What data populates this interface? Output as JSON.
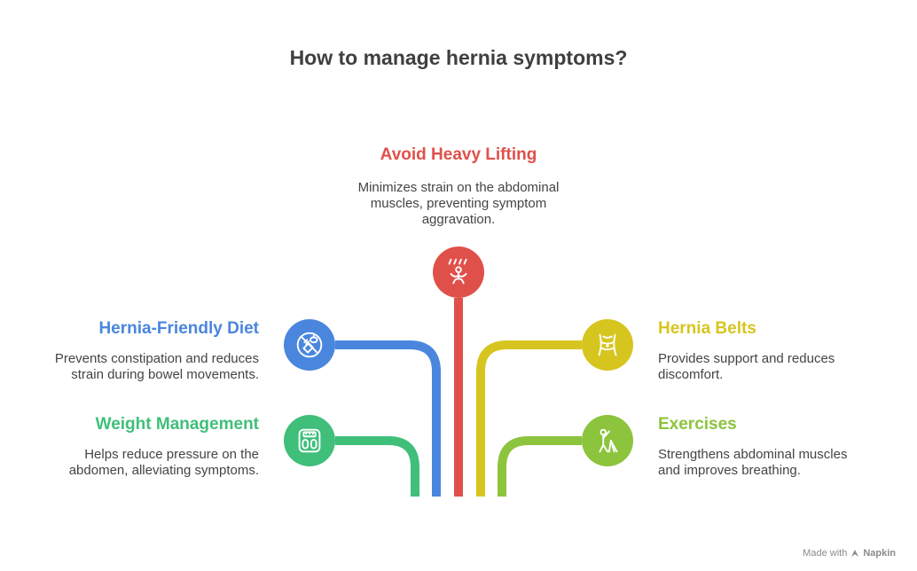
{
  "title": "How to manage hernia symptoms?",
  "colors": {
    "heavy_lifting": "#E0504A",
    "diet": "#4A86DE",
    "weight": "#3FBF7A",
    "belts": "#D7C51F",
    "exercises": "#8CC43D"
  },
  "items": {
    "heavy_lifting": {
      "heading": "Avoid Heavy Lifting",
      "description": "Minimizes strain on the abdominal muscles, preventing symptom aggravation.",
      "icon": "lifting-person-icon"
    },
    "diet": {
      "heading": "Hernia-Friendly Diet",
      "description": "Prevents constipation and reduces strain during bowel movements.",
      "icon": "no-food-icon"
    },
    "weight": {
      "heading": "Weight Management",
      "description": "Helps reduce pressure on the abdomen, alleviating symptoms.",
      "icon": "scale-icon"
    },
    "belts": {
      "heading": "Hernia Belts",
      "description": "Provides support and reduces discomfort.",
      "icon": "waist-belt-icon"
    },
    "exercises": {
      "heading": "Exercises",
      "description": "Strengthens abdominal muscles and improves breathing.",
      "icon": "yoga-pose-icon"
    }
  },
  "footer": {
    "made_with": "Made with",
    "brand": "Napkin"
  }
}
